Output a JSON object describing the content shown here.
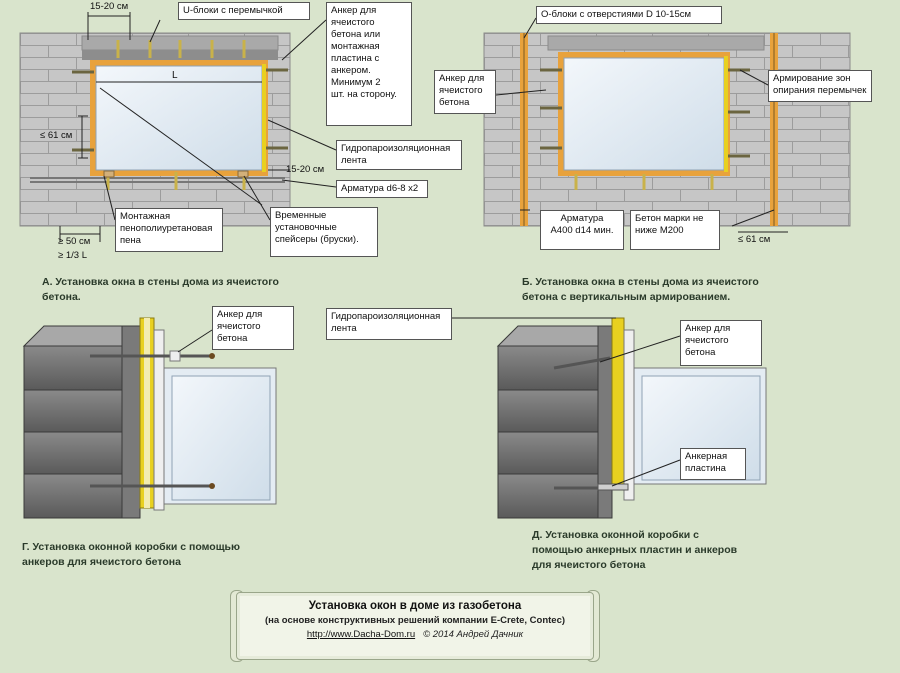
{
  "colors": {
    "background": "#d9e4cc",
    "block": "#c4c4c4",
    "block_dark": "#6f6f6f",
    "foam": "#e8a23c",
    "tape": "#e8d020",
    "glass": "#dfe9f2"
  },
  "panel_a": {
    "caption_line1": "А. Установка окна в стены дома из ячеистого",
    "caption_line2": "бетона.",
    "dim_top": "15-20 см",
    "dim_width": "L",
    "dim_height": "≤ 61 см",
    "dim_side": "15-20 см",
    "dim_bottom1": "≥ 50 см",
    "dim_bottom2": "≥ 1/3 L",
    "label_ublock": "U-блоки с перемычкой",
    "label_anchor_l1": "Анкер для",
    "label_anchor_l2": "ячеистого",
    "label_anchor_l3": "бетона или",
    "label_anchor_l4": "монтажная",
    "label_anchor_l5": "пластина с",
    "label_anchor_l6": "анкером.",
    "label_anchor_l7": "Минимум 2",
    "label_anchor_l8": "шт. на сторону.",
    "label_tape_l1": "Гидропароизоляционная",
    "label_tape_l2": "лента",
    "label_rebar": "Арматура d6-8 x2",
    "label_foam_l1": "Монтажная",
    "label_foam_l2": "пенополиуретановая",
    "label_foam_l3": "пена",
    "label_spacer_l1": "Временные",
    "label_spacer_l2": "установочные",
    "label_spacer_l3": "спейсеры (бруски)."
  },
  "panel_b": {
    "caption_line1": "Б. Установка окна в стены дома из ячеистого",
    "caption_line2": "бетона с вертикальным армированием.",
    "label_oblock": "O-блоки  с отверстиями D 10-15см",
    "label_anchor_l1": "Анкер для",
    "label_anchor_l2": "ячеистого",
    "label_anchor_l3": "бетона",
    "label_reinf_l1": "Армирование зон",
    "label_reinf_l2": "опирания перемычек",
    "label_rebar_l1": "Арматура",
    "label_rebar_l2": "А400 d14 мин.",
    "label_concrete_l1": "Бетон марки не",
    "label_concrete_l2": "ниже М200",
    "dim_side": "≤ 61 см"
  },
  "panel_g": {
    "caption_line1": "Г. Установка оконной коробки с помощью",
    "caption_line2": "анкеров для ячеистого бетона",
    "label_anchor_l1": "Анкер для",
    "label_anchor_l2": "ячеистого",
    "label_anchor_l3": "бетона"
  },
  "panel_d": {
    "caption_line1": "Д. Установка оконной коробки с",
    "caption_line2": "помощью анкерных пластин  и анкеров",
    "caption_line3": "для ячеистого бетона",
    "label_tape_l1": "Гидропароизоляционная",
    "label_tape_l2": "лента",
    "label_anchor_l1": "Анкер для",
    "label_anchor_l2": "ячеистого",
    "label_anchor_l3": "бетона",
    "label_plate_l1": "Анкерная",
    "label_plate_l2": "пластина"
  },
  "footer": {
    "title": "Установка окон в доме из газобетона",
    "subtitle": "(на основе конструктивных решений компании E-Crete, Contec)",
    "url": "http://www.Dacha-Dom.ru",
    "copyright": "© 2014 Андрей Дачник"
  }
}
